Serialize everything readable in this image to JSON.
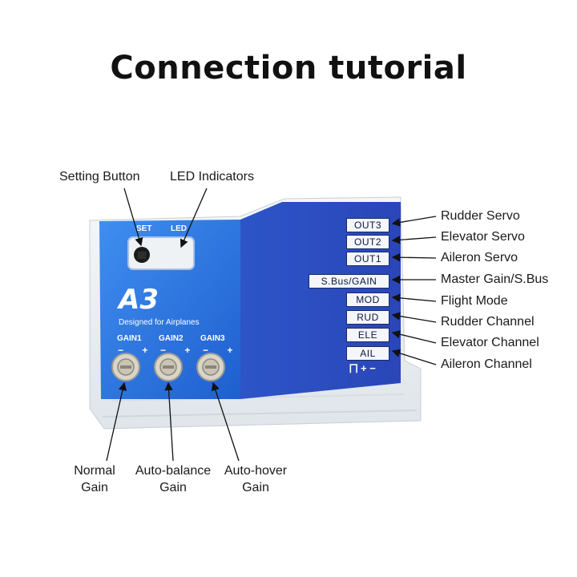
{
  "title": "Connection tutorial",
  "top_labels": {
    "setting_button": "Setting Button",
    "led_indicators": "LED Indicators"
  },
  "device": {
    "model": "A3",
    "subtitle": "Designed for Airplanes",
    "set_label": "SET",
    "led_label": "LED",
    "gains": [
      "GAIN1",
      "GAIN2",
      "GAIN3"
    ],
    "pm": "−  +",
    "pin_legend": "⨅ + −",
    "body_color": "#2b63d6",
    "case_color": "#e9eef2"
  },
  "ports": [
    "OUT3",
    "OUT2",
    "OUT1",
    "S.Bus/GAIN",
    "MOD",
    "RUD",
    "ELE",
    "AIL"
  ],
  "right_labels": [
    "Rudder Servo",
    "Elevator Servo",
    "Aileron Servo",
    "Master Gain/S.Bus",
    "Flight Mode",
    "Rudder Channel",
    "Elevator Channel",
    "Aileron Channel"
  ],
  "bottom_labels": {
    "normal": [
      "Normal",
      "Gain"
    ],
    "balance": [
      "Auto-balance",
      "Gain"
    ],
    "hover": [
      "Auto-hover",
      "Gain"
    ]
  }
}
